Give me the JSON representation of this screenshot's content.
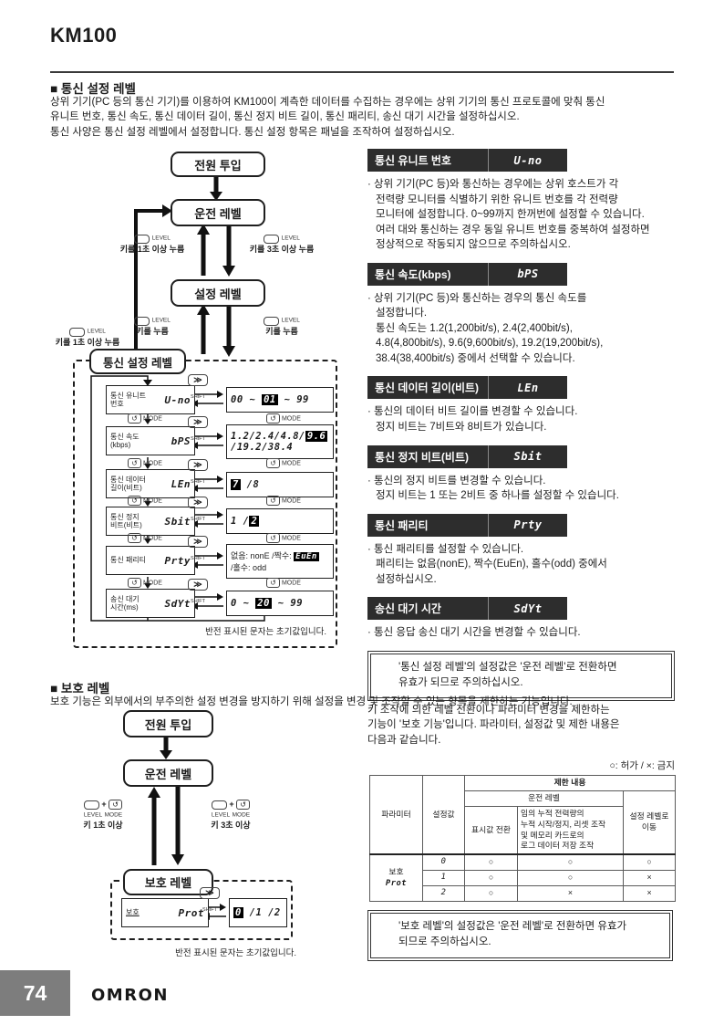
{
  "page": {
    "model": "KM100",
    "page_number": "74",
    "brand": "OMRON"
  },
  "keys": {
    "level": "LEVEL",
    "mode": "MODE",
    "shift": "SHIFT",
    "shift_glyph": "≫",
    "mode_glyph": "↺",
    "plus": "+"
  },
  "section1": {
    "title": "■ 통신 설정 레벨",
    "intro": "상위 기기(PC 등의 통신 기기)를 이용하여 KM100이 계측한 데이터를 수집하는 경우에는 상위 기기의 통신 프로토콜에 맞춰 통신\n유니트 번호, 통신 속도, 통신 데이터 길이, 통신 정지 비트 길이, 통신 패리티, 송신 대기 시간을 설정하십시오.\n통신 사양은 통신 설정 레벨에서 설정합니다. 통신 설정 항목은 패널을 조작하여 설정하십시오.",
    "flow": {
      "power": "전원 투입",
      "run": "운전 레벨",
      "setting": "설정 레벨",
      "comm": "통신 설정 레벨",
      "lbl_up1": "키를 1초 이상 누름",
      "lbl_down3": "키를 3초 이상 누름",
      "lbl_left": "키를 1초 이상 누름",
      "lbl_press_up": "키를 누름",
      "lbl_press_down": "키를 누름",
      "note": "반전 표시된 문자는 초기값입니다.",
      "rows": [
        {
          "name": "통신 유니트\n번호",
          "display": "U-no",
          "pre": "00 ~ ",
          "inv": "01",
          "post": " ~ 99",
          "line2": ""
        },
        {
          "name": "통신 속도\n(kbps)",
          "display": "bPS",
          "pre": "1.2/2.4/4.8/",
          "inv": "9.6",
          "post": "",
          "line2": "/19.2/38.4"
        },
        {
          "name": "통신 데이터\n길이(비트)",
          "display": "LEn",
          "pre": "",
          "inv": "7",
          "post": " /8",
          "line2": ""
        },
        {
          "name": "통신 정지\n비트(비트)",
          "display": "Sbit",
          "pre": "1 /",
          "inv": "2",
          "post": "",
          "line2": ""
        },
        {
          "name": "통신 패리티",
          "display": "Prty",
          "pre": "없음: nonE /짝수: ",
          "inv": "EuEn",
          "post": "",
          "line2": "/홀수: odd"
        },
        {
          "name": "송신 대기\n시간(ms)",
          "display": "SdYt",
          "pre": "0 ~ ",
          "inv": "20",
          "post": " ~ 99",
          "line2": ""
        }
      ]
    },
    "blocks": [
      {
        "title": "통신 유니트 번호",
        "display": "U-no",
        "lines": [
          "· 상위 기기(PC 등)와 통신하는 경우에는 상위 호스트가 각",
          "전력량 모니터를 식별하기 위한 유니트 번호를 각 전력량",
          "모니터에 설정합니다. 0~99까지 한꺼번에 설정할 수 있습니다.",
          "여러 대와 통신하는 경우 동일 유니트 번호를 중복하여 설정하면",
          "정상적으로 작동되지 않으므로 주의하십시오."
        ]
      },
      {
        "title": "통신 속도(kbps)",
        "display": "bPS",
        "lines": [
          "· 상위 기기(PC 등)와 통신하는 경우의 통신 속도를",
          "설정합니다.",
          "통신 속도는 1.2(1,200bit/s), 2.4(2,400bit/s),",
          "4.8(4,800bit/s), 9.6(9,600bit/s), 19.2(19,200bit/s),",
          "38.4(38,400bit/s) 중에서 선택할 수 있습니다."
        ]
      },
      {
        "title": "통신 데이터 길이(비트)",
        "display": "LEn",
        "lines": [
          "· 통신의 데이터 비트 길이를 변경할 수 있습니다.",
          "정지 비트는 7비트와 8비트가 있습니다."
        ]
      },
      {
        "title": "통신 정지 비트(비트)",
        "display": "Sbit",
        "lines": [
          "· 통신의 정지 비트를 변경할 수 있습니다.",
          "정지 비트는 1 또는 2비트 중 하나를 설정할 수 있습니다."
        ]
      },
      {
        "title": "통신 패리티",
        "display": "Prty",
        "lines": [
          "· 통신 패리티를 설정할 수 있습니다.",
          "패리티는 없음(nonE), 짝수(EuEn), 홀수(odd) 중에서",
          "설정하십시오."
        ]
      },
      {
        "title": "송신 대기 시간",
        "display": "SdYt",
        "lines": [
          "· 통신 응답 송신 대기 시간을 변경할 수 있습니다."
        ]
      }
    ],
    "note": "'통신 설정 레벨'의 설정값은 '운전 레벨'로 전환하면\n유효가 되므로 주의하십시오."
  },
  "section2": {
    "title": "■ 보호 레벨",
    "intro": "보호 기능은 외부에서의 부주의한 설정 변경을 방지하기 위해 설정을 변경 및 조작할 수 있는 항목을 제한하는 기능입니다.",
    "desc": "키 조작에 의한 레벨 전환이나 파라미터 변경을 제한하는\n기능이 '보호 기능'입니다. 파라미터, 설정값 및 제한 내용은\n다음과 같습니다.",
    "legend": "○: 허가 / ×: 금지",
    "flow": {
      "power": "전원 투입",
      "run": "운전 레벨",
      "protect": "보호 레벨",
      "lbl_left": "키 1초 이상",
      "lbl_right": "키 3초 이상",
      "param_name": "보호",
      "param_display": "Prot",
      "val_inv": "0",
      "val_post": " /1 /2",
      "note": "반전 표시된 문자는 초기값입니다."
    },
    "table": {
      "col_param": "파라미터",
      "col_value": "설정값",
      "col_restrict": "제한 내용",
      "col_runlevel": "운전 레벨",
      "col_display": "표시값 전환",
      "col_accum": "임의 누적 전력량의\n누적 시작/정지, 리셋 조작\n및 메모리 카드로의\n로그 데이터 저장 조작",
      "col_move": "설정 레벨로\n이동",
      "param_name": "보호",
      "param_display": "Prot",
      "rows": [
        {
          "value": "0",
          "c1": "○",
          "c2": "○",
          "c3": "○"
        },
        {
          "value": "1",
          "c1": "○",
          "c2": "○",
          "c3": "×"
        },
        {
          "value": "2",
          "c1": "○",
          "c2": "×",
          "c3": "×"
        }
      ]
    },
    "note": "'보호 레벨'의 설정값은 '운전 레벨'로 전환하면 유효가\n되므로 주의하십시오."
  }
}
